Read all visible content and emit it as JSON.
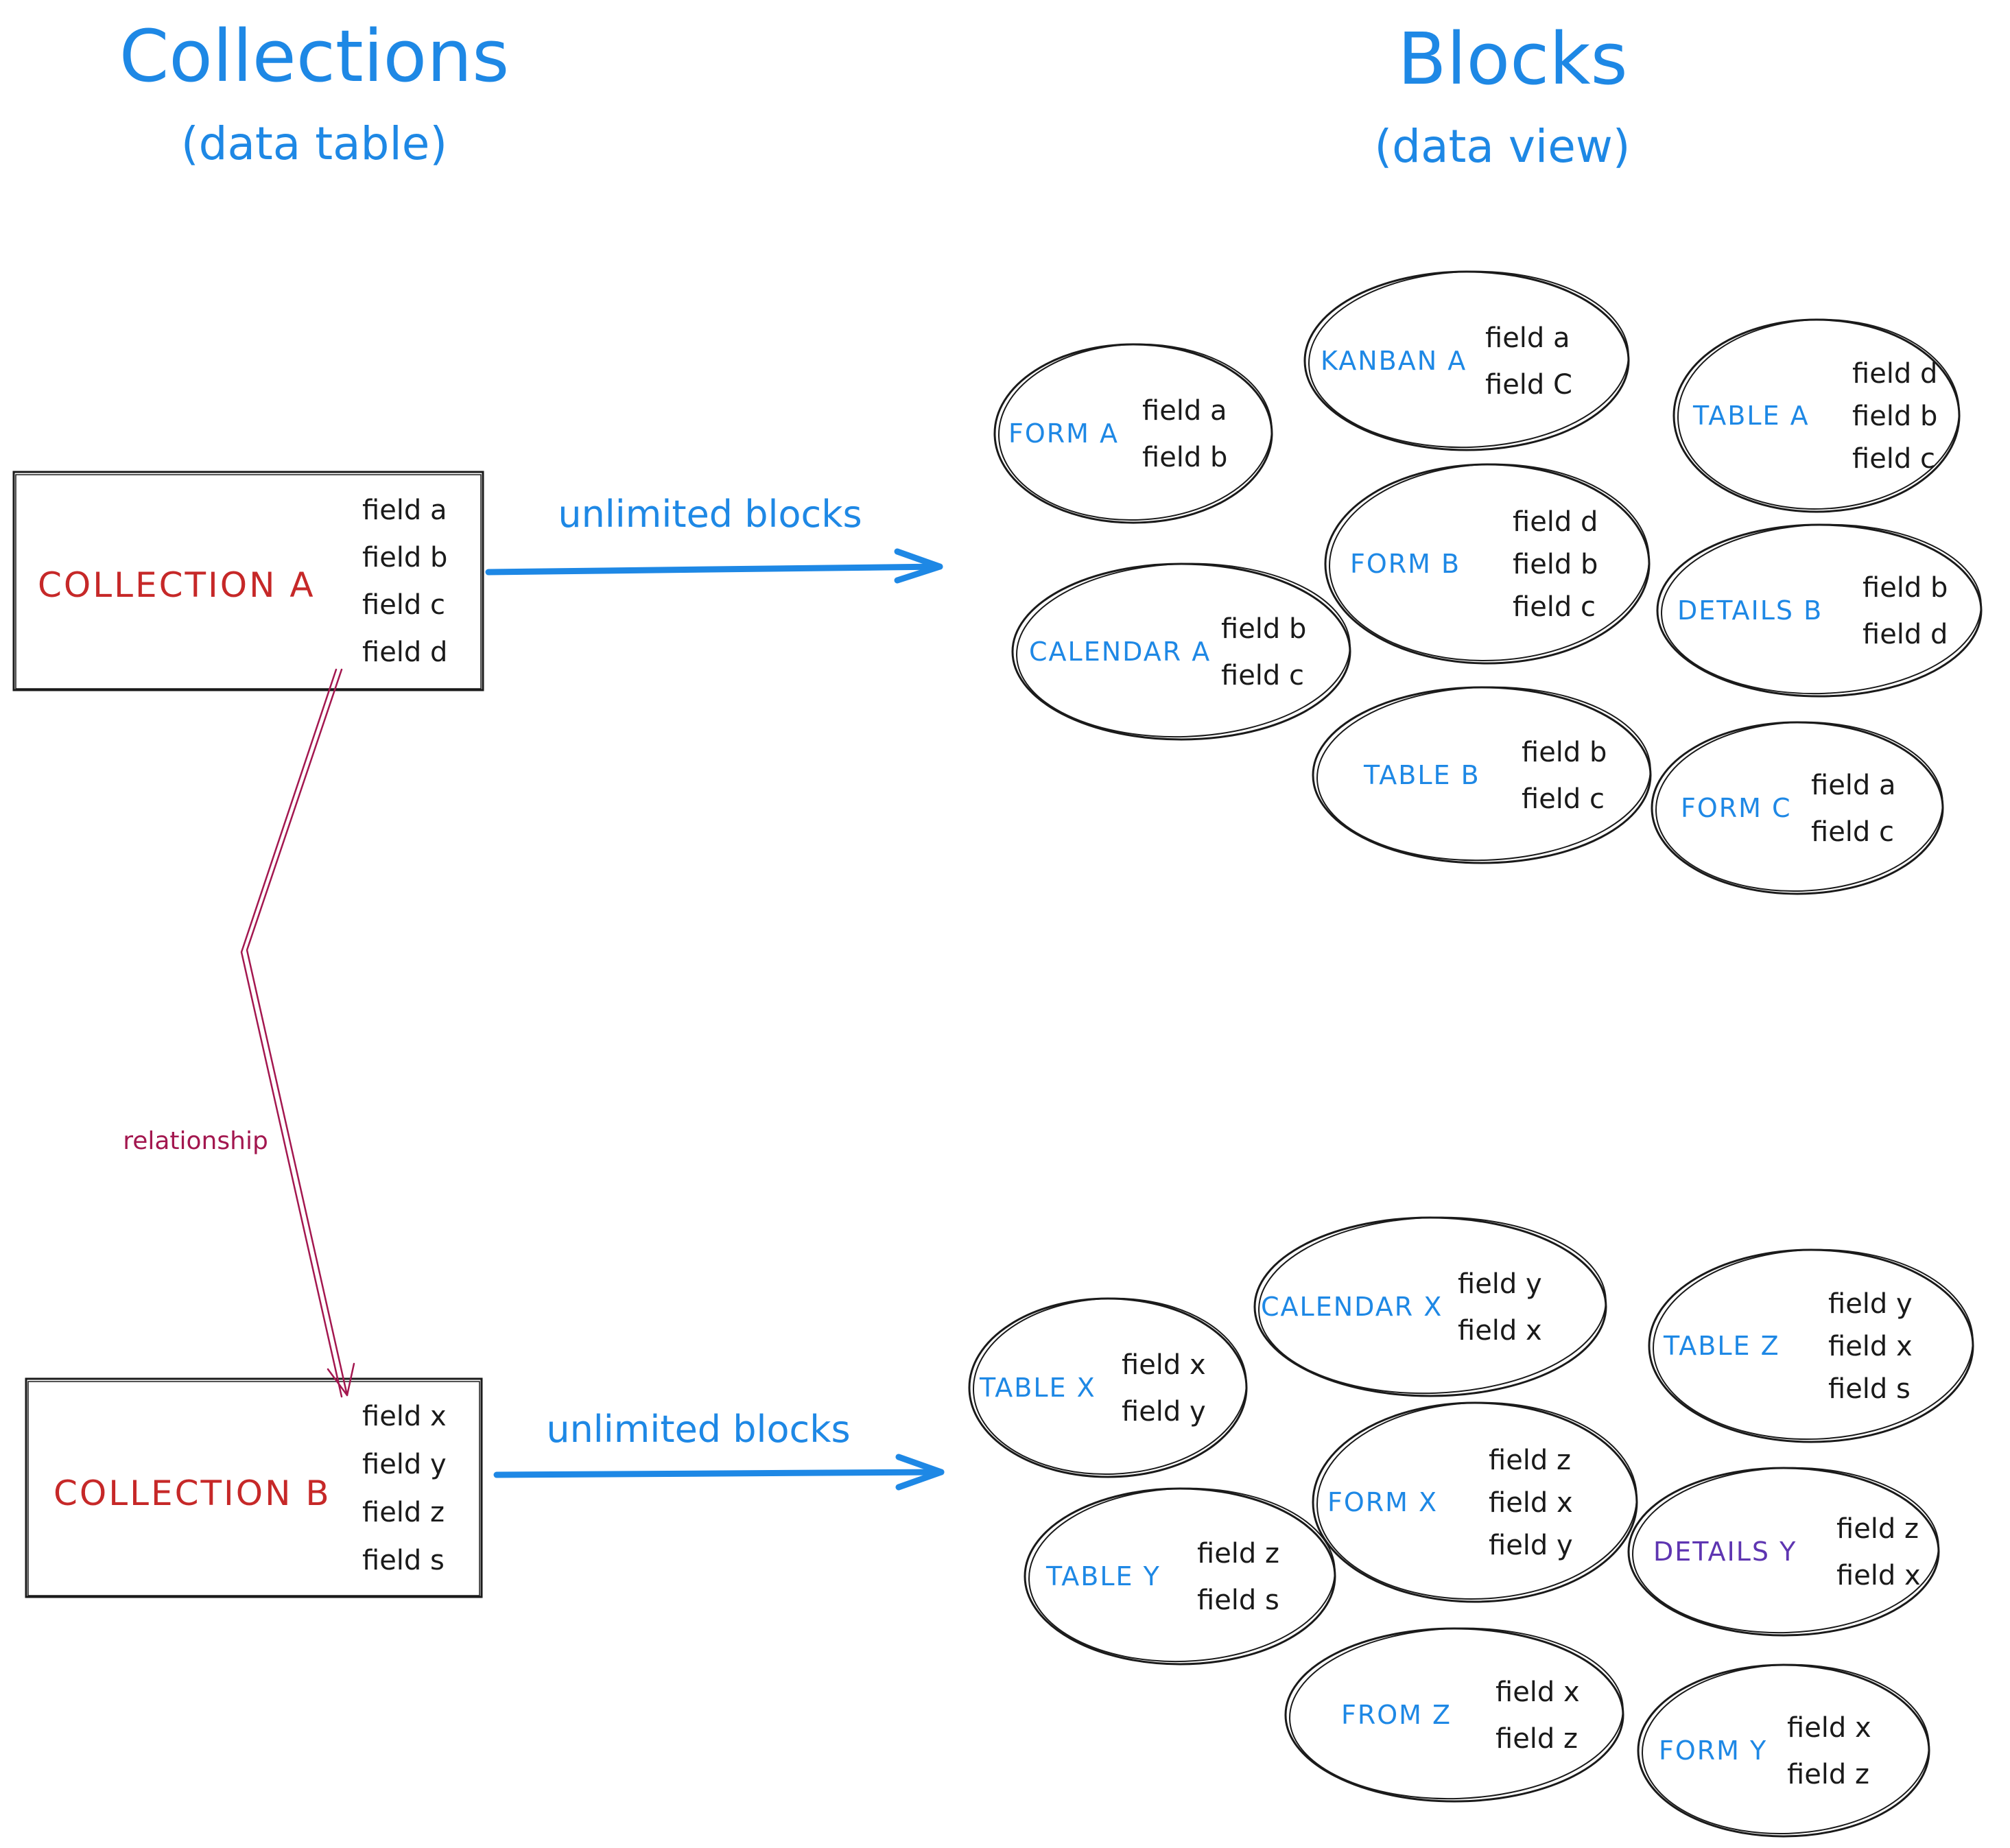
{
  "titles": {
    "collections": "Collections",
    "collections_sub": "(data table)",
    "blocks": "Blocks",
    "blocks_sub": "(data view)"
  },
  "collections": [
    {
      "name": "COLLECTION A",
      "fields": [
        "field a",
        "field b",
        "field c",
        "field d"
      ]
    },
    {
      "name": "COLLECTION B",
      "fields": [
        "field x",
        "field y",
        "field z",
        "field s"
      ]
    }
  ],
  "edges": {
    "blocks_a": "unlimited blocks",
    "blocks_b": "unlimited blocks",
    "relationship": "relationship"
  },
  "blocks": [
    {
      "name": "FORM A",
      "fields": [
        "field a",
        "field b"
      ]
    },
    {
      "name": "KANBAN A",
      "fields": [
        "field a",
        "field C"
      ]
    },
    {
      "name": "TABLE A",
      "fields": [
        "field d",
        "field b",
        "field c"
      ]
    },
    {
      "name": "CALENDAR A",
      "fields": [
        "field b",
        "field c"
      ]
    },
    {
      "name": "FORM B",
      "fields": [
        "field d",
        "field b",
        "field c"
      ]
    },
    {
      "name": "DETAILS B",
      "fields": [
        "field b",
        "field d"
      ]
    },
    {
      "name": "TABLE B",
      "fields": [
        "field b",
        "field c"
      ]
    },
    {
      "name": "FORM C",
      "fields": [
        "field a",
        "field c"
      ]
    },
    {
      "name": "TABLE X",
      "fields": [
        "field x",
        "field y"
      ]
    },
    {
      "name": "CALENDAR X",
      "fields": [
        "field y",
        "field x"
      ]
    },
    {
      "name": "TABLE Z",
      "fields": [
        "field y",
        "field x",
        "field s"
      ]
    },
    {
      "name": "TABLE Y",
      "fields": [
        "field z",
        "field s"
      ]
    },
    {
      "name": "FORM X",
      "fields": [
        "field z",
        "field x",
        "field y"
      ]
    },
    {
      "name": "DETAILS Y",
      "fields": [
        "field z",
        "field x"
      ],
      "color": "#5e35b1"
    },
    {
      "name": "FROM Z",
      "fields": [
        "field x",
        "field z"
      ]
    },
    {
      "name": "FORM Y",
      "fields": [
        "field x",
        "field z"
      ]
    }
  ],
  "colors": {
    "heading": "#1e88e5",
    "collection_name": "#c62828",
    "block_name": "#1e88e5",
    "relationship": "#a3174f",
    "stroke": "#1a1a1a"
  }
}
